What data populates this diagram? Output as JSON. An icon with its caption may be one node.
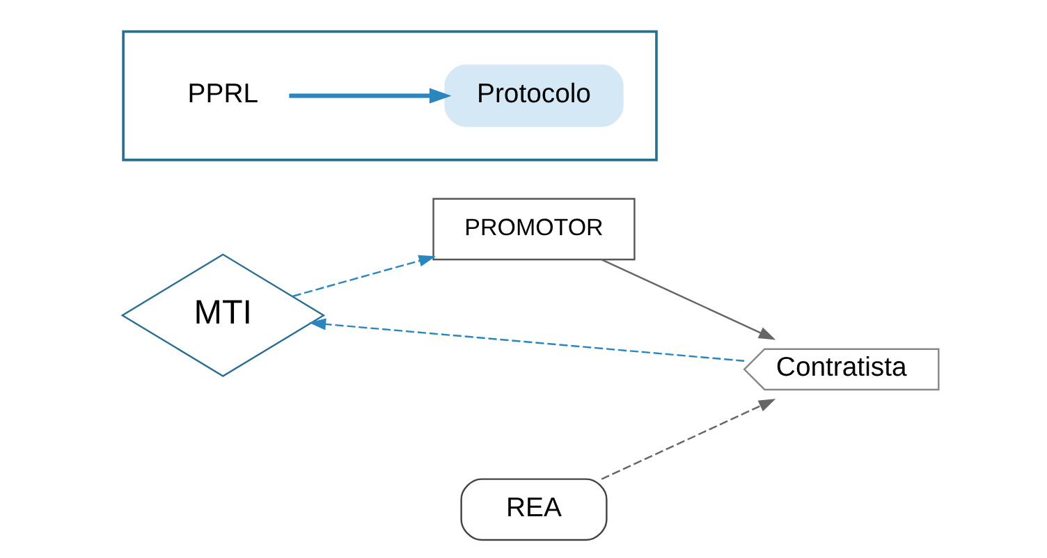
{
  "diagram": {
    "nodes": [
      {
        "text": [
          "MTI"
        ]
      },
      {
        "text": [
          "PROMOTOR"
        ]
      },
      {
        "text": [
          "Contratista"
        ]
      },
      {
        "text": [],
        "shape": "box"
      },
      {
        "text": [
          "PPRL"
        ],
        "in": 3
      },
      {
        "text": [
          "Protocolo"
        ],
        "in": 3
      },
      {
        "text": [
          "REA"
        ]
      }
    ],
    "edges": [
      {
        "from": 0,
        "to": 1,
        "arrow": "to",
        "style": "dashed",
        "color": "#2a86bf"
      },
      {
        "from": 2,
        "to": 0,
        "arrow": "to",
        "style": "dashed",
        "color": "#2a86bf"
      },
      {
        "from": 1,
        "to": 2,
        "arrow": "to"
      },
      {
        "from": 4,
        "to": 5,
        "arrow": "to",
        "style": "thick",
        "color": "#2a86bf"
      },
      {
        "from": 6,
        "to": 2,
        "arrow": "to",
        "style": "dashed"
      }
    ]
  }
}
